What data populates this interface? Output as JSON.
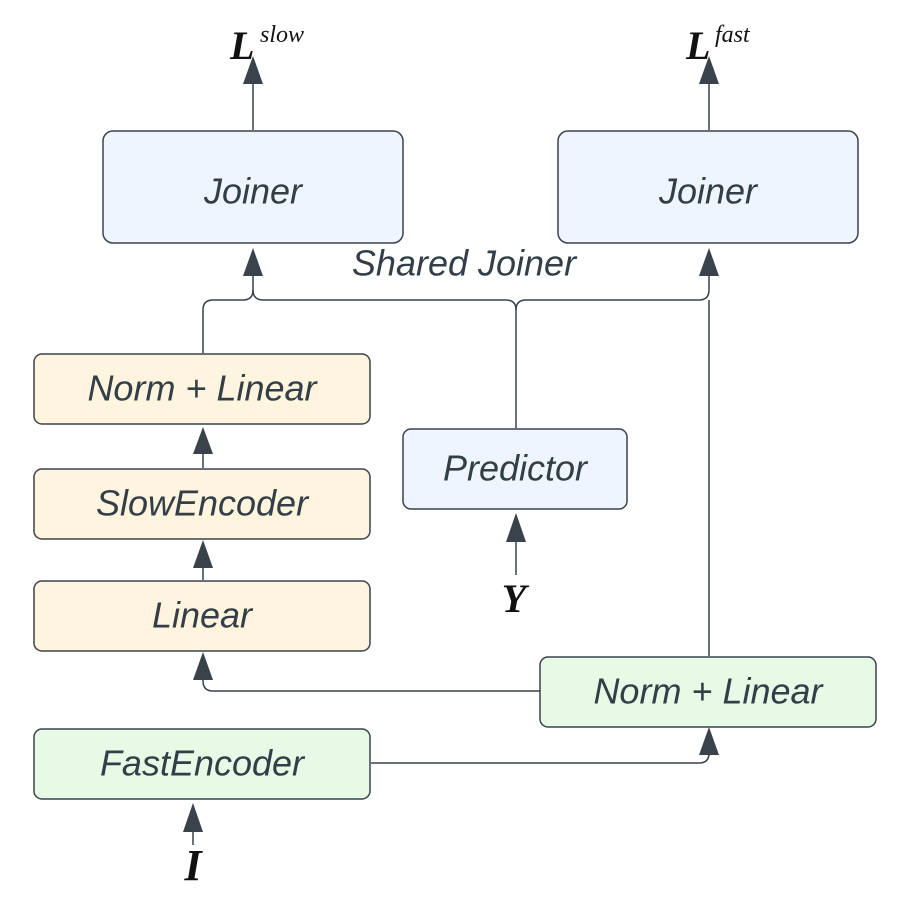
{
  "nodes": {
    "joiner_slow": {
      "label": "Joiner",
      "fill": "#eef5ff",
      "stroke": "#3a424c"
    },
    "joiner_fast": {
      "label": "Joiner",
      "fill": "#eef5ff",
      "stroke": "#3a424c"
    },
    "norm_linear_slow": {
      "label": "Norm + Linear",
      "fill": "#fff4de",
      "stroke": "#3a424c"
    },
    "slow_encoder": {
      "label": "SlowEncoder",
      "fill": "#fff4de",
      "stroke": "#3a424c"
    },
    "linear": {
      "label": "Linear",
      "fill": "#fff4de",
      "stroke": "#3a424c"
    },
    "predictor": {
      "label": "Predictor",
      "fill": "#eef5ff",
      "stroke": "#3a424c"
    },
    "norm_linear_fast": {
      "label": "Norm + Linear",
      "fill": "#e6fae6",
      "stroke": "#3a424c"
    },
    "fast_encoder": {
      "label": "FastEncoder",
      "fill": "#e6fae6",
      "stroke": "#3a424c"
    }
  },
  "labels": {
    "shared_joiner": "Shared Joiner",
    "loss_slow_base": "L",
    "loss_slow_sup": "slow",
    "loss_fast_base": "L",
    "loss_fast_sup": "fast",
    "input_y": "Y",
    "input_i": "I"
  },
  "edges": [
    {
      "from": "input_i",
      "to": "fast_encoder"
    },
    {
      "from": "fast_encoder",
      "to": "norm_linear_fast"
    },
    {
      "from": "norm_linear_fast",
      "to": "linear"
    },
    {
      "from": "norm_linear_fast",
      "to": "joiner_fast"
    },
    {
      "from": "linear",
      "to": "slow_encoder"
    },
    {
      "from": "slow_encoder",
      "to": "norm_linear_slow"
    },
    {
      "from": "norm_linear_slow",
      "to": "joiner_slow"
    },
    {
      "from": "input_y",
      "to": "predictor"
    },
    {
      "from": "predictor",
      "to": "joiner_slow"
    },
    {
      "from": "predictor",
      "to": "joiner_fast"
    },
    {
      "from": "joiner_slow",
      "to": "loss_slow"
    },
    {
      "from": "joiner_fast",
      "to": "loss_fast"
    }
  ]
}
